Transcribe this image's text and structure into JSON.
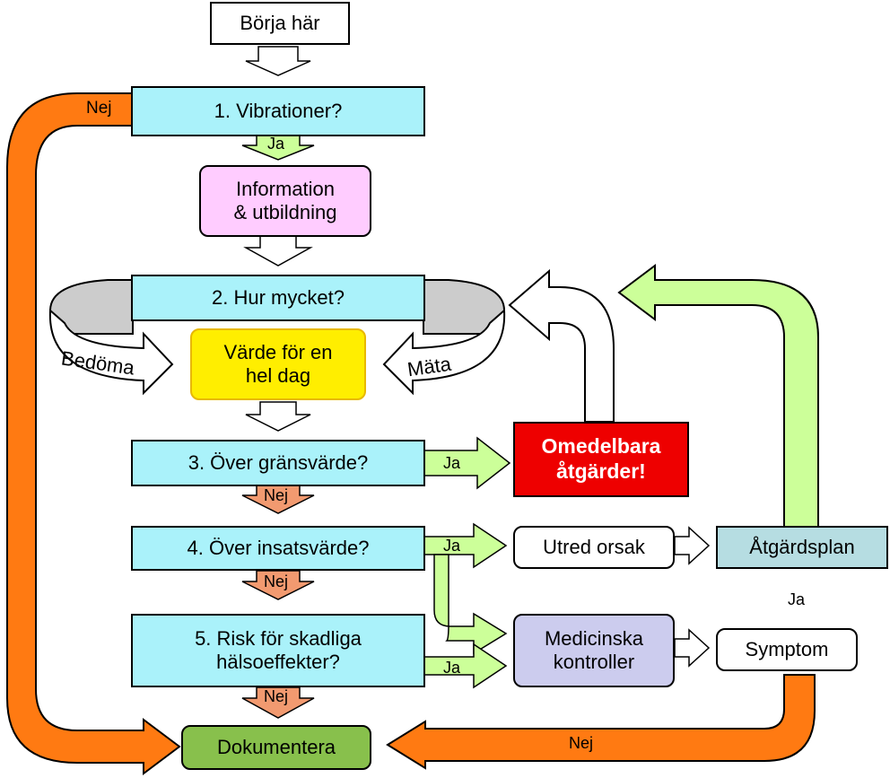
{
  "nodes": {
    "start": "Börja här",
    "q1": "1. Vibrationer?",
    "info_line1": "Information",
    "info_line2": "& utbildning",
    "q2": "2. Hur mycket?",
    "value_line1": "Värde för en",
    "value_line2": "hel dag",
    "q3": "3. Över gränsvärde?",
    "immediate_line1": "Omedelbara",
    "immediate_line2": "åtgärder!",
    "q4": "4. Över insatsvärde?",
    "investigate": "Utred orsak",
    "action_plan": "Åtgärdsplan",
    "q5_line1": "5. Risk för skadliga",
    "q5_line2": "hälsoeffekter?",
    "medical_line1": "Medicinska",
    "medical_line2": "kontroller",
    "symptom": "Symptom",
    "document": "Dokumentera"
  },
  "edge_labels": {
    "q1_no": "Nej",
    "q1_yes": "Ja",
    "assess": "Bedöma",
    "measure": "Mäta",
    "q3_yes": "Ja",
    "q3_no": "Nej",
    "q4_yes": "Ja",
    "q4_no": "Nej",
    "q5_yes": "Ja",
    "q5_no": "Nej",
    "symptom_yes": "Ja",
    "bottom_no": "Nej"
  },
  "colors": {
    "question_fill": "#aaf2fa",
    "info_fill": "#ffccff",
    "value_fill": "#ffee00",
    "immediate_fill": "#ee0000",
    "medical_fill": "#ccccee",
    "action_plan_fill": "#b6dde2",
    "document_fill": "#88c04c",
    "orange_arrow": "#ff7a12",
    "green_arrow": "#ccff99",
    "salmon_arrow": "#f29a70",
    "gray_band": "#cccccc"
  }
}
